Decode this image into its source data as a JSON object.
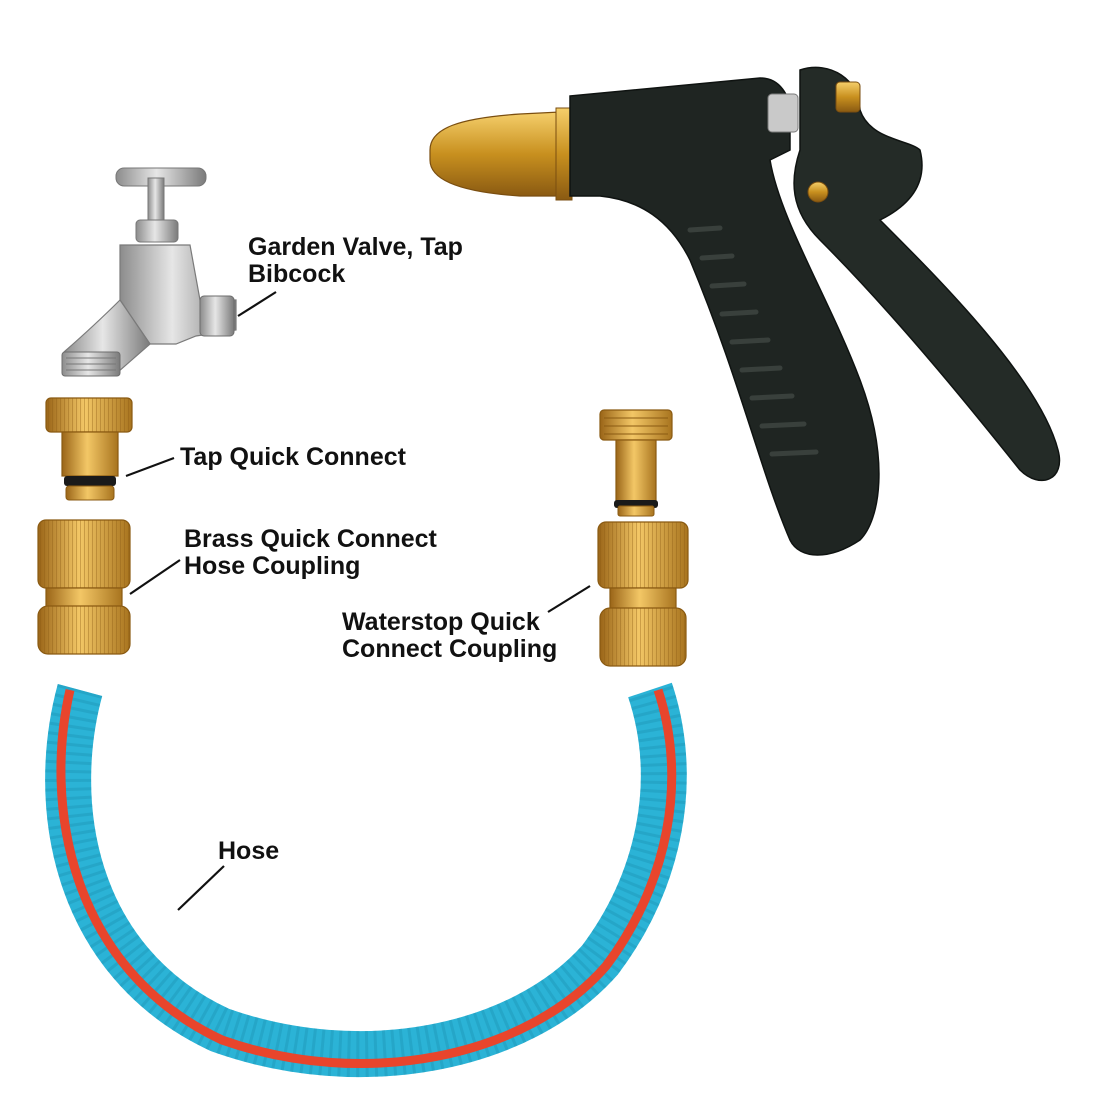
{
  "labels": {
    "garden_valve": {
      "line1": "Garden Valve, Tap",
      "line2": "Bibcock"
    },
    "tap_quick_connect": {
      "line1": "Tap Quick Connect"
    },
    "brass_coupling": {
      "line1": "Brass Quick Connect",
      "line2": "Hose Coupling"
    },
    "waterstop_coupling": {
      "line1": "Waterstop Quick",
      "line2": "Connect Coupling"
    },
    "hose": {
      "line1": "Hose"
    }
  },
  "colors": {
    "brass": "#d9a441",
    "brass_dark": "#a8741f",
    "chrome": "#b9b9b9",
    "gun_body": "#1f2522",
    "hose_blue": "#2bb3d6",
    "hose_red": "#e8452c",
    "leader_line": "#111111"
  }
}
